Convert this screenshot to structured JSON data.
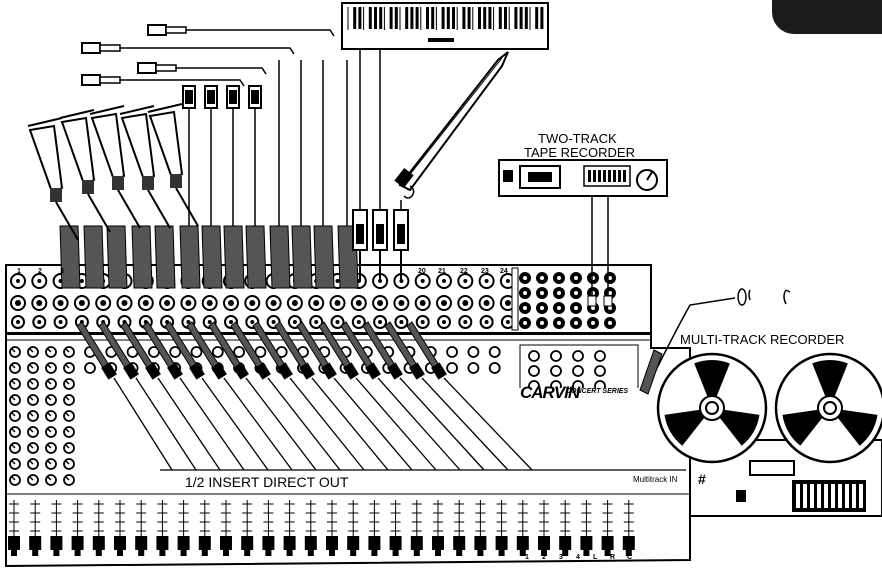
{
  "labels": {
    "two_track": [
      "TWO-TRACK",
      "TAPE RECORDER"
    ],
    "multi_track": "MULTI-TRACK RECORDER",
    "insert_out": "1/2 INSERT DIRECT OUT",
    "multitrack_in": "Multitrack IN",
    "brand": "CARVIN",
    "series": "CONCERT SERIES",
    "channel_numbers_top": [
      "1",
      "2",
      "3",
      "20",
      "21",
      "22",
      "23",
      "24"
    ],
    "master_numbers": [
      "1",
      "2",
      "3",
      "4",
      "L",
      "R",
      "C"
    ]
  },
  "colors": {
    "line": "#000000",
    "plug": "#555555",
    "plug_dark": "#333333",
    "paper": "#ffffff",
    "corner_tab": "#1a1a1a"
  },
  "icons": [
    "microphone-icon",
    "instrument-plug-icon",
    "keyboard-icon",
    "guitar-icon",
    "tape-reel-icon",
    "rack-recorder-icon",
    "mixer-icon"
  ]
}
